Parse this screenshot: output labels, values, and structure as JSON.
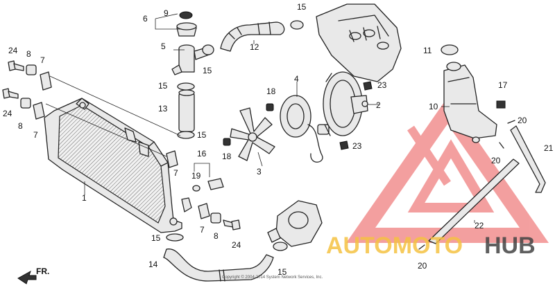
{
  "labels": [
    {
      "text": "9"
    },
    {
      "text": "6"
    },
    {
      "text": "5"
    },
    {
      "text": "15"
    },
    {
      "text": "12"
    },
    {
      "text": "15"
    },
    {
      "text": "24"
    },
    {
      "text": "8"
    },
    {
      "text": "7"
    },
    {
      "text": "15"
    },
    {
      "text": "18"
    },
    {
      "text": "4"
    },
    {
      "text": "23"
    },
    {
      "text": "2"
    },
    {
      "text": "11"
    },
    {
      "text": "24"
    },
    {
      "text": "8"
    },
    {
      "text": "7"
    },
    {
      "text": "13"
    },
    {
      "text": "15"
    },
    {
      "text": "18"
    },
    {
      "text": "23"
    },
    {
      "text": "3"
    },
    {
      "text": "10"
    },
    {
      "text": "17"
    },
    {
      "text": "20"
    },
    {
      "text": "21"
    },
    {
      "text": "20"
    },
    {
      "text": "16"
    },
    {
      "text": "19"
    },
    {
      "text": "7"
    },
    {
      "text": "1"
    },
    {
      "text": "7"
    },
    {
      "text": "8"
    },
    {
      "text": "24"
    },
    {
      "text": "15"
    },
    {
      "text": "22"
    },
    {
      "text": "14"
    },
    {
      "text": "15"
    },
    {
      "text": "20"
    }
  ],
  "direction_marker": {
    "text": "FR."
  },
  "watermark": {
    "part1": "AUTOMOTO",
    "part2": "HUB",
    "accent_color": "#f08080",
    "dark_color": "#444444",
    "yellow_color": "#f5c242"
  },
  "footer": {
    "text": "Copyright © 2004-2014 System Network Services, Inc."
  }
}
